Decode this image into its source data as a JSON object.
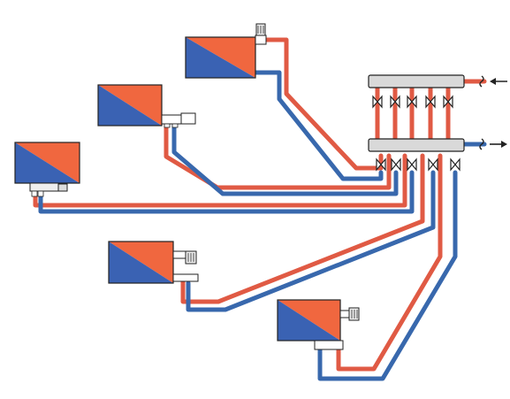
{
  "diagram": {
    "type": "radiator heating manifold schematic",
    "colors": {
      "supply_pipe": "#e05a44",
      "return_pipe": "#3868ad",
      "radiator_warm": "#f0673f",
      "radiator_cool": "#3a62b3",
      "manifold": "#d9d9d9",
      "outline": "#222222",
      "valve": "#ffffff"
    },
    "manifold": {
      "bars": [
        "supply-manifold",
        "return-manifold"
      ],
      "ports_per_bar": 5,
      "valve_icon": "bowtie-valve-icon",
      "inlet_arrow_icon": "arrow-left-icon",
      "outlet_arrow_icon": "arrow-right-icon"
    },
    "radiators": [
      {
        "id": "top-center",
        "valve_icon": "thermostatic-valve-icon"
      },
      {
        "id": "upper-left",
        "valve_icon": "bottom-connection-valve-icon"
      },
      {
        "id": "left",
        "valve_icon": "bottom-connection-valve-icon"
      },
      {
        "id": "middle",
        "valve_icon": "thermostatic-valve-icon"
      },
      {
        "id": "bottom-right",
        "valve_icon": "thermostatic-valve-icon"
      }
    ]
  }
}
